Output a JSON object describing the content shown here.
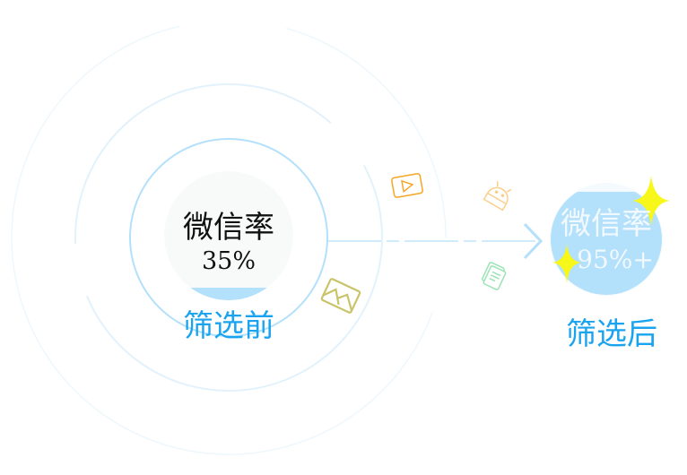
{
  "before": {
    "title": "微信率",
    "value": "35%",
    "label": "筛选前",
    "fill_percent": 35
  },
  "after": {
    "title": "微信率",
    "value": "95%+",
    "label": "筛选后",
    "fill_percent": 95
  },
  "colors": {
    "accent": "#1aa3ee",
    "ring": "#b3e0fb",
    "faint_ring": "#e6f4fc",
    "sparkle": "#f7f71a"
  },
  "icons": [
    "video-icon",
    "android-icon",
    "image-icon",
    "document-icon",
    "sparkle-icon"
  ]
}
